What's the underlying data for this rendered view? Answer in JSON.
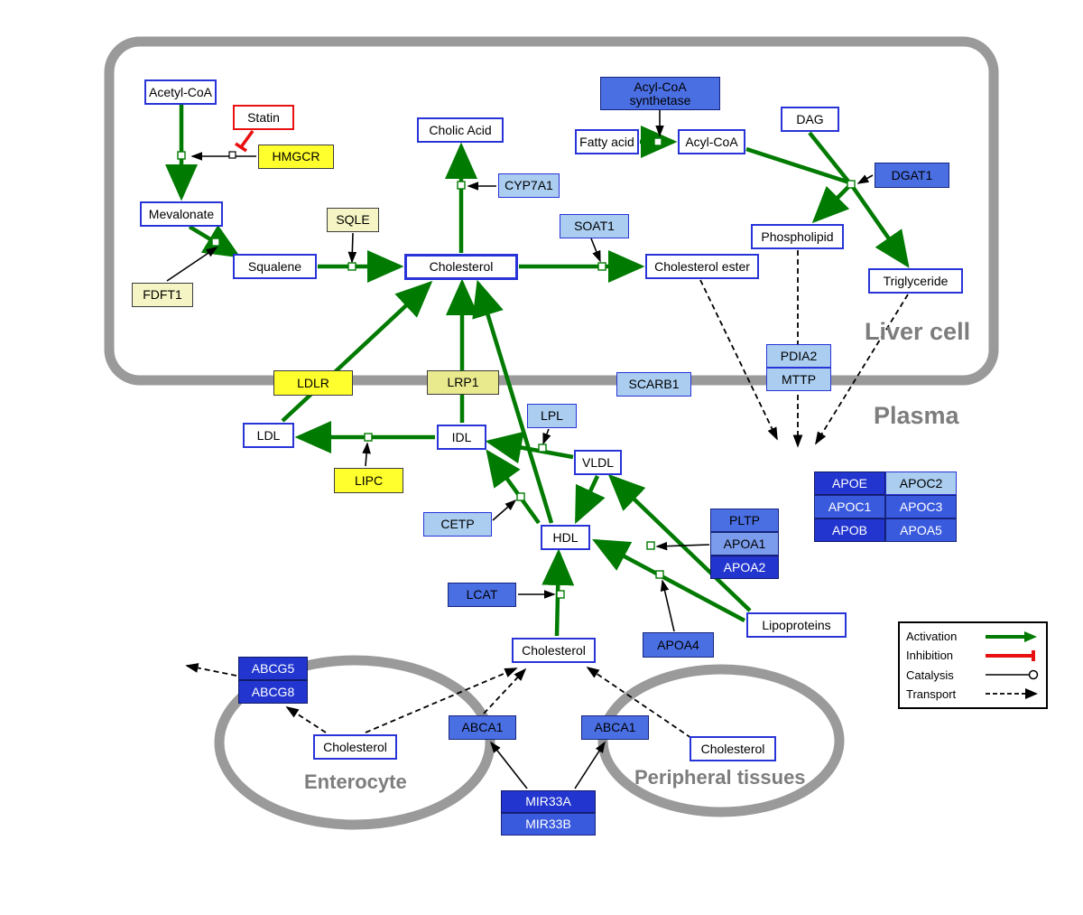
{
  "compartments": {
    "liver": "Liver cell",
    "plasma": "Plasma",
    "enterocyte": "Enterocyte",
    "peripheral": "Peripheral tissues"
  },
  "legend": {
    "activation": "Activation",
    "inhibition": "Inhibition",
    "catalysis": "Catalysis",
    "transport": "Transport"
  },
  "nodes": {
    "acetyl_coa": "Acetyl-CoA",
    "statin": "Statin",
    "hmgcr": "HMGCR",
    "mevalonate": "Mevalonate",
    "fdft1": "FDFT1",
    "squalene": "Squalene",
    "sqle": "SQLE",
    "cholic_acid": "Cholic Acid",
    "cyp7a1": "CYP7A1",
    "cholesterol_liver": "Cholesterol",
    "soat1": "SOAT1",
    "cholesterol_ester": "Cholesterol ester",
    "acyl_coa_synthetase": "Acyl-CoA synthetase",
    "fatty_acid": "Fatty acid",
    "acyl_coa": "Acyl-CoA",
    "dag": "DAG",
    "dgat1": "DGAT1",
    "phospholipid": "Phospholipid",
    "triglyceride": "Triglyceride",
    "pdia2": "PDIA2",
    "mttp": "MTTP",
    "ldlr": "LDLR",
    "lrp1": "LRP1",
    "scarb1": "SCARB1",
    "ldl": "LDL",
    "idl": "IDL",
    "lpl": "LPL",
    "vldl": "VLDL",
    "lipc": "LIPC",
    "cetp": "CETP",
    "hdl": "HDL",
    "pltp": "PLTP",
    "apoa1": "APOA1",
    "apoa2": "APOA2",
    "apoe": "APOE",
    "apoc2": "APOC2",
    "apoc1": "APOC1",
    "apoc3": "APOC3",
    "apob": "APOB",
    "apoa5": "APOA5",
    "lcat": "LCAT",
    "apoa4": "APOA4",
    "lipoproteins": "Lipoproteins",
    "cholesterol_plasma": "Cholesterol",
    "abcg5": "ABCG5",
    "abcg8": "ABCG8",
    "cholesterol_enterocyte": "Cholesterol",
    "abca1_left": "ABCA1",
    "abca1_right": "ABCA1",
    "cholesterol_peripheral": "Cholesterol",
    "mir33a": "MIR33A",
    "mir33b": "MIR33B"
  },
  "colors": {
    "activation_green": "#007a00",
    "inhibition_red": "#e81010",
    "metabolite_border_blue": "#2834d8",
    "gene_yellow": "#ffff2d",
    "gene_pale_yellow": "#f4f4c4",
    "gene_light_blue": "#aacdf0",
    "gene_medium_blue": "#4a6fe3",
    "gene_dark_blue": "#2236cf",
    "membrane_gray": "#9a9a9a"
  }
}
